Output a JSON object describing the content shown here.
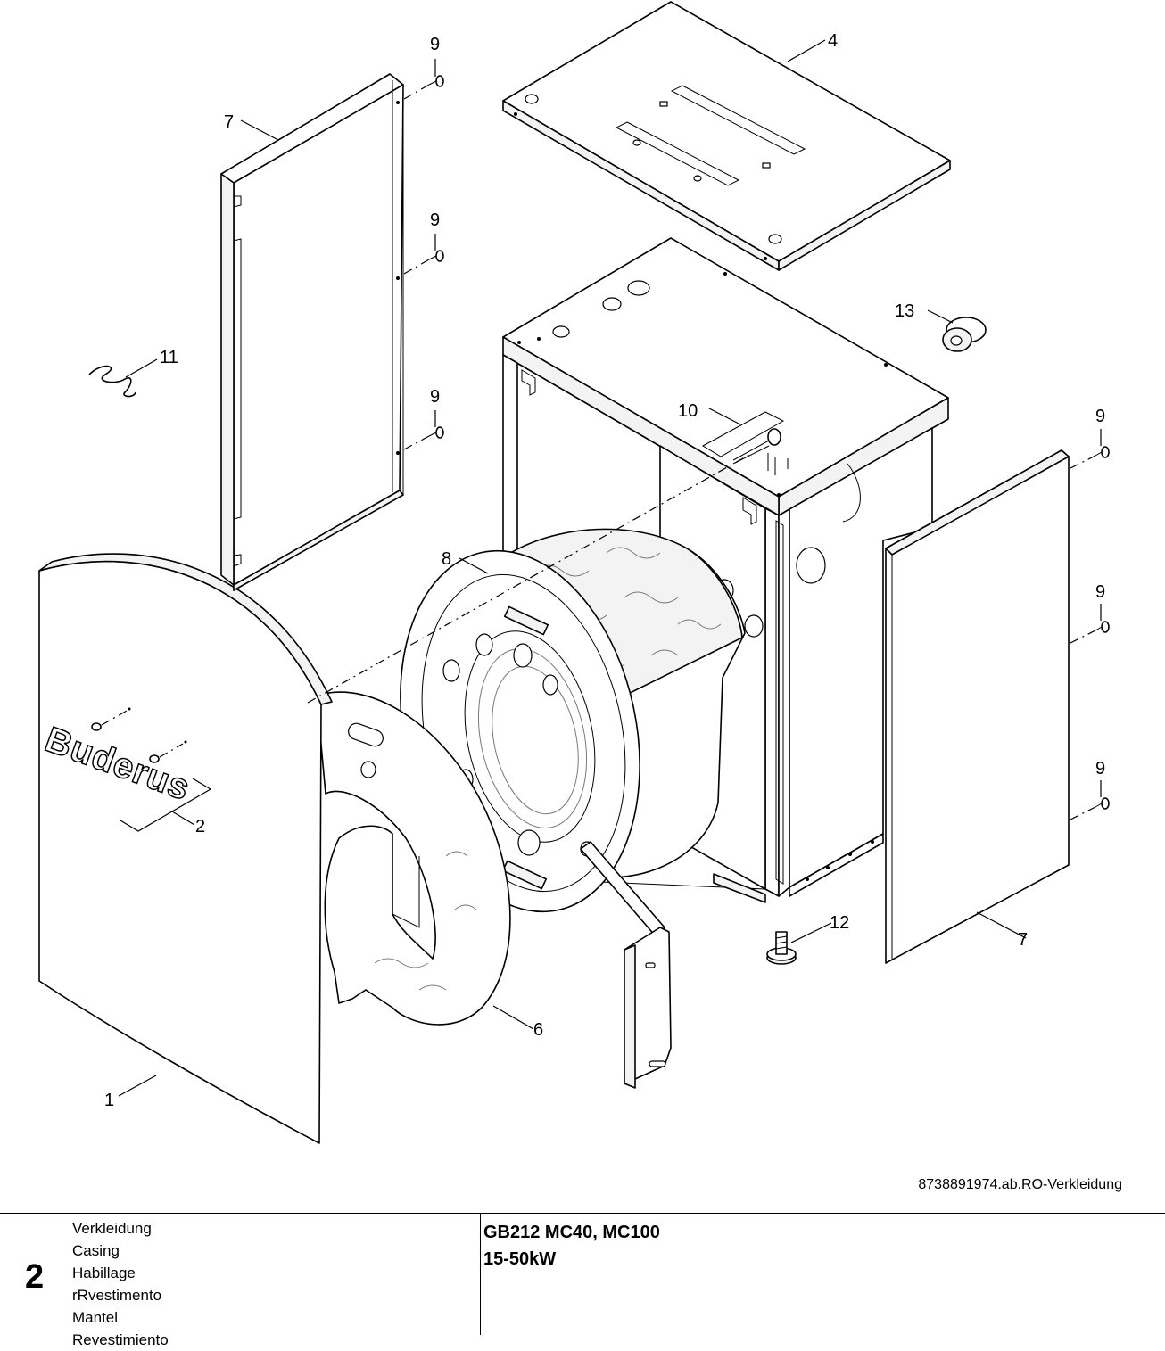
{
  "drawing": {
    "callouts": [
      {
        "id": "1",
        "label": "1"
      },
      {
        "id": "2",
        "label": "2"
      },
      {
        "id": "4",
        "label": "4"
      },
      {
        "id": "6",
        "label": "6"
      },
      {
        "id": "7a",
        "label": "7"
      },
      {
        "id": "7b",
        "label": "7"
      },
      {
        "id": "8",
        "label": "8"
      },
      {
        "id": "9a",
        "label": "9"
      },
      {
        "id": "9b",
        "label": "9"
      },
      {
        "id": "9c",
        "label": "9"
      },
      {
        "id": "9d",
        "label": "9"
      },
      {
        "id": "9e",
        "label": "9"
      },
      {
        "id": "9f",
        "label": "9"
      },
      {
        "id": "10",
        "label": "10"
      },
      {
        "id": "11",
        "label": "11"
      },
      {
        "id": "12",
        "label": "12"
      },
      {
        "id": "13",
        "label": "13"
      }
    ],
    "logo_text": "Buderus",
    "reference": "8738891974.ab.RO-Verkleidung"
  },
  "title_block": {
    "chapter": "2",
    "names": [
      "Verkleidung",
      "Casing",
      "Habillage",
      "rRvestimento",
      "Mantel",
      "Revestimiento"
    ],
    "model_line1": "GB212 MC40, MC100",
    "model_line2": "15-50kW"
  }
}
